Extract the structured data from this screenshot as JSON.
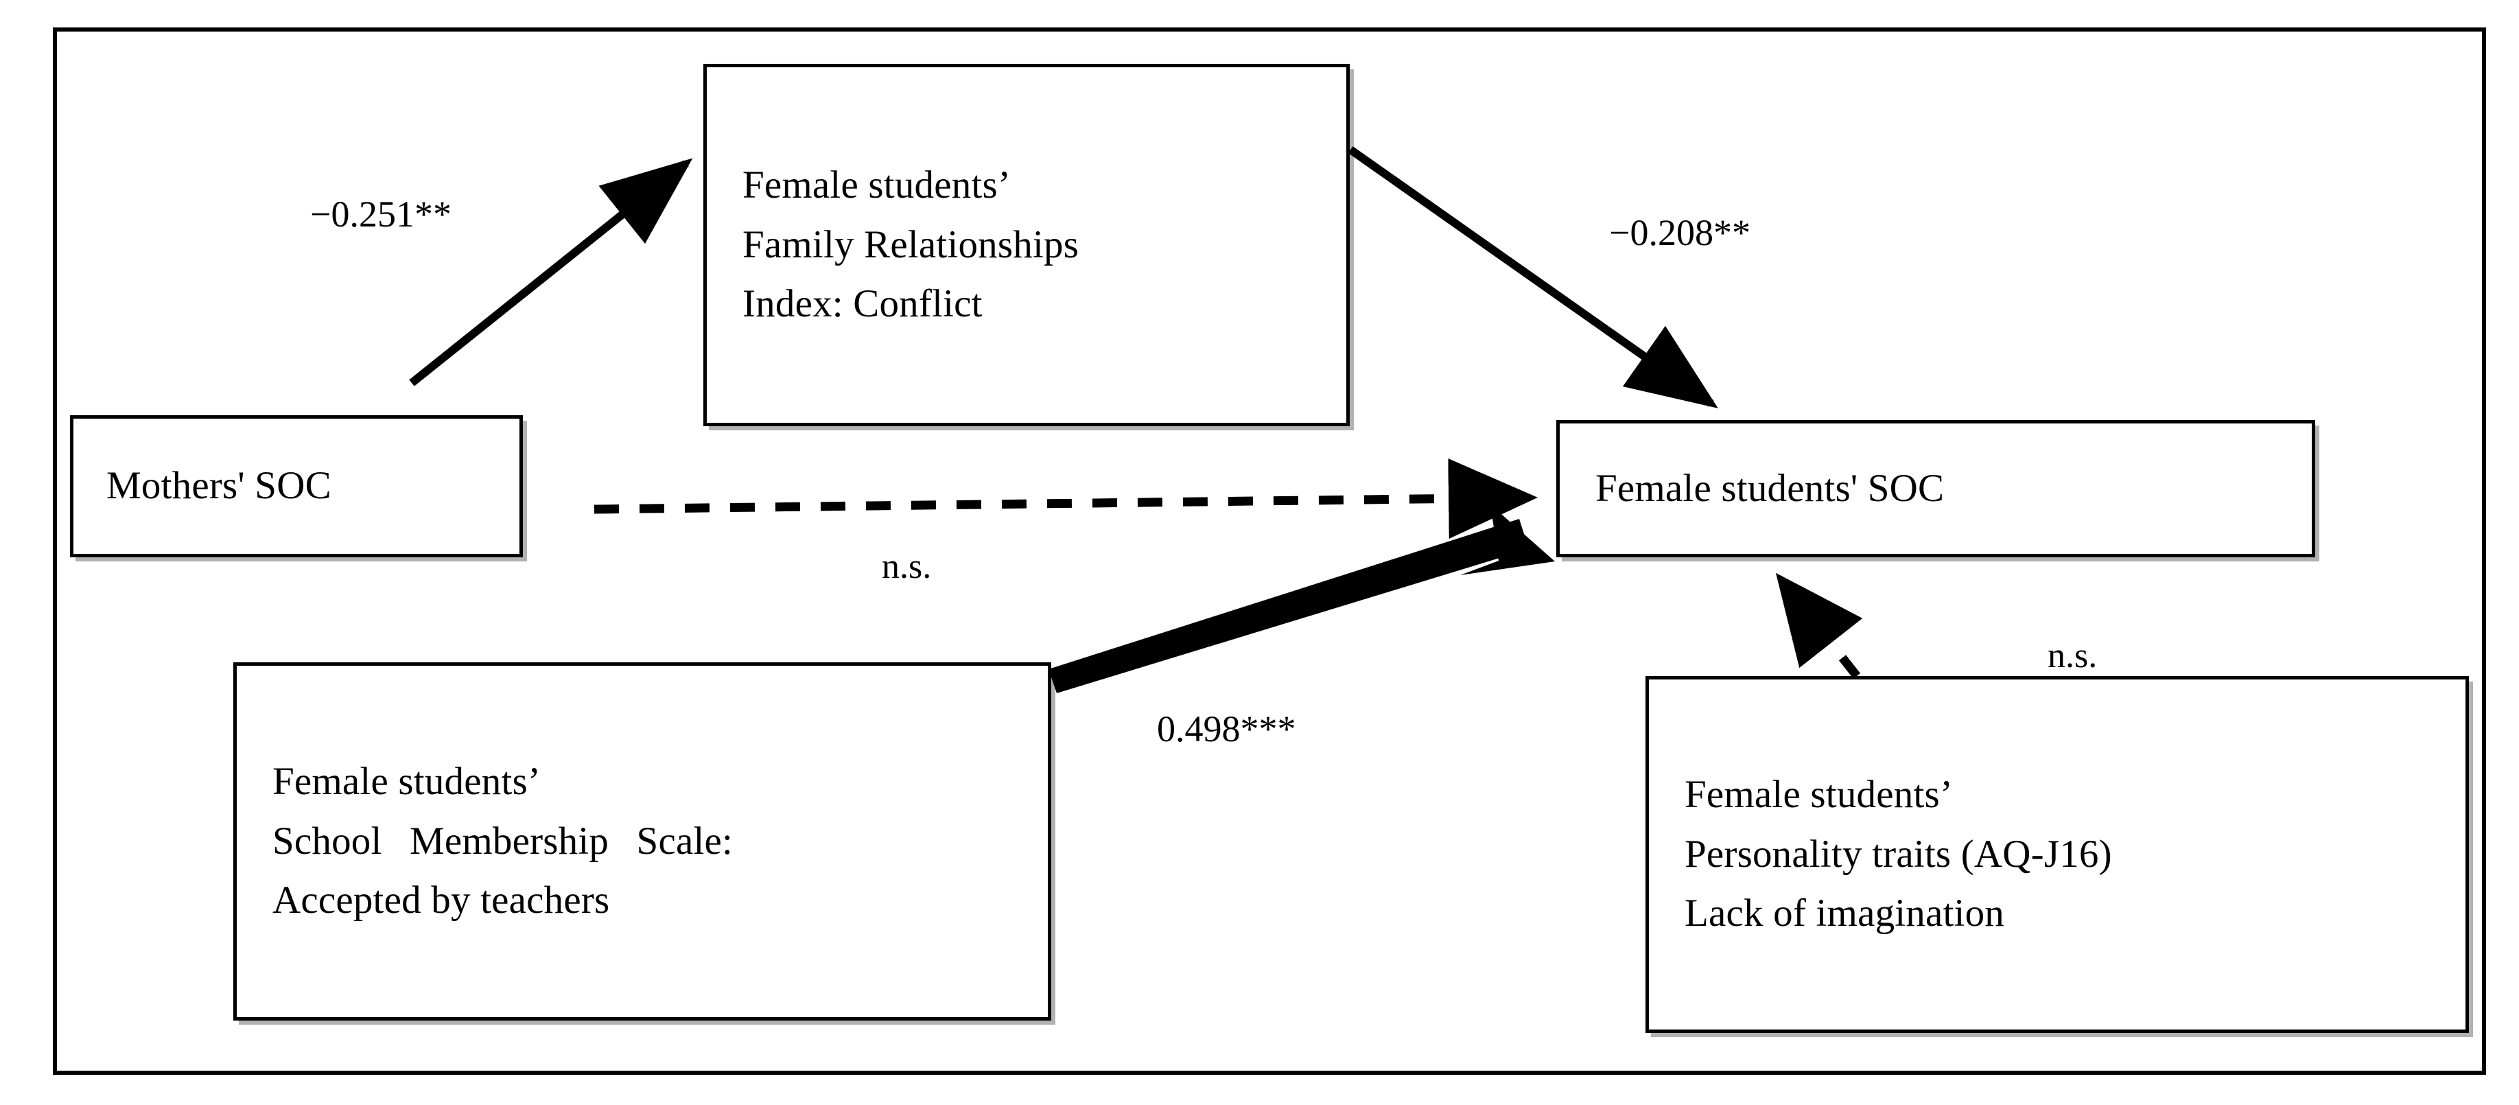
{
  "figure": {
    "type": "path-diagram",
    "title": "",
    "background_color": "#ffffff",
    "line_color": "#000000",
    "frame": {
      "present": true,
      "color": "#000000"
    }
  },
  "nodes": {
    "conflict": {
      "id": "family-relationships-conflict",
      "lines": [
        "Female students’",
        "Family Relationships",
        "Index: Conflict"
      ]
    },
    "mothers_soc": {
      "id": "mothers-soc",
      "lines": [
        "Mothers' SOC"
      ]
    },
    "student_soc": {
      "id": "female-students-soc",
      "lines": [
        "Female students' SOC"
      ]
    },
    "school_membership": {
      "id": "school-membership-accepted-by-teachers",
      "lines": [
        "Female students’",
        "School  Membership  Scale:",
        "Accepted by teachers"
      ]
    },
    "personality": {
      "id": "personality-traits-lack-of-imagination",
      "lines": [
        "Female students’",
        "Personality traits (AQ-J16)",
        "Lack of imagination"
      ]
    }
  },
  "edges": [
    {
      "id": "mothers-soc-to-conflict",
      "from": "mothers_soc",
      "to": "conflict",
      "label": "−0.251**",
      "coefficient": -0.251,
      "significance": "**",
      "style": "solid",
      "arrow": true
    },
    {
      "id": "conflict-to-student-soc",
      "from": "conflict",
      "to": "student_soc",
      "label": "−0.208**",
      "coefficient": -0.208,
      "significance": "**",
      "style": "solid",
      "arrow": true
    },
    {
      "id": "mothers-soc-to-student-soc",
      "from": "mothers_soc",
      "to": "student_soc",
      "label": "n.s.",
      "coefficient": null,
      "significance": "n.s.",
      "style": "dashed",
      "arrow": true
    },
    {
      "id": "school-membership-to-student-soc",
      "from": "school_membership",
      "to": "student_soc",
      "label": "0.498***",
      "coefficient": 0.498,
      "significance": "***",
      "style": "solid-thick",
      "arrow": true
    },
    {
      "id": "personality-to-student-soc",
      "from": "personality",
      "to": "student_soc",
      "label": "n.s.",
      "coefficient": null,
      "significance": "n.s.",
      "style": "dashed",
      "arrow": true
    }
  ]
}
